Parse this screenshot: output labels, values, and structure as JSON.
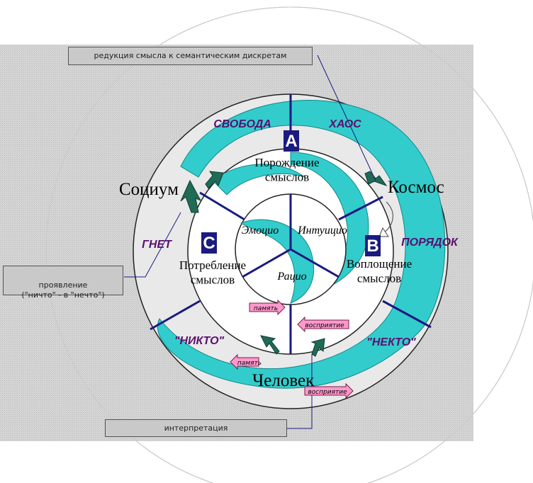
{
  "boxes": {
    "reduction": "редукция смысла к семантическим дискретам",
    "manifestation": "проявление\n(\"ничто\" - в \"нечто\")",
    "interpretation": "интерпретация"
  },
  "sectors": {
    "a_letter": "А",
    "b_letter": "В",
    "c_letter": "С",
    "generation": "Порождение\nсмыслов",
    "consumption": "Потребление\nсмыслов",
    "embodiment": "Воплощение\nсмыслов"
  },
  "core": {
    "emotion": "Эмоцио",
    "intuition": "Интуицио",
    "ratio": "Рацио"
  },
  "outer_words": {
    "freedom": "СВОБОДА",
    "chaos": "ХАОС",
    "order": "ПОРЯДОК",
    "nekto": "\"НЕКТО\"",
    "nikto": "\"НИКТО\"",
    "oppression": "ГНЕТ"
  },
  "nodes": {
    "socium": "Социум",
    "kosmos": "Космос",
    "chelovek": "Человек"
  },
  "tags": {
    "memory_inner": "память",
    "perception_inner": "восприятие",
    "memory_outer": "память",
    "perception_outer": "восприятие"
  },
  "colors": {
    "cyan": "#33cccc",
    "dark_green": "#1f6b57",
    "navy": "#1a1a80",
    "purple": "#5a1070",
    "tag_fill": "#ff99cc",
    "panel": "#d4d4d4"
  }
}
